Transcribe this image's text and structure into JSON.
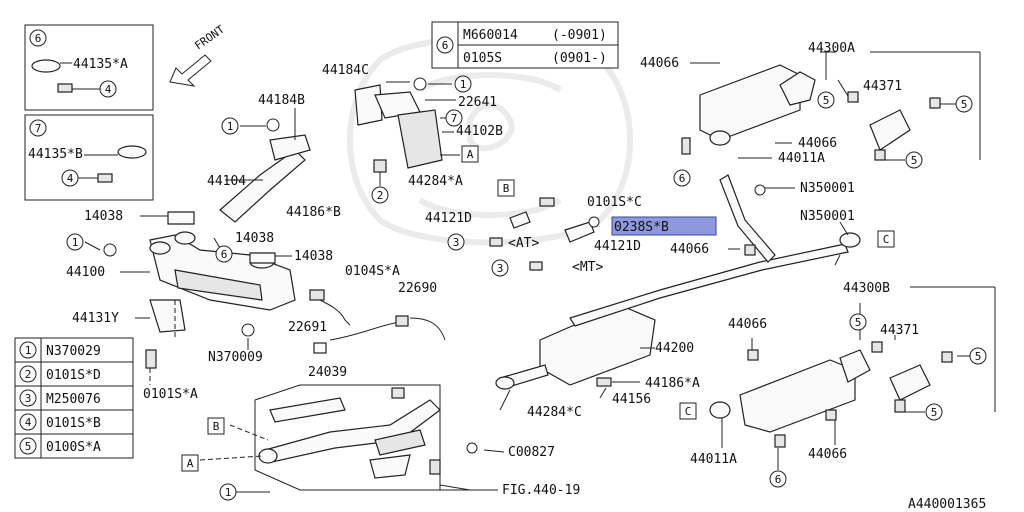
{
  "diagram_id": "A440001365",
  "fig_ref": "FIG.440-19",
  "front_label": "FRONT",
  "legend_6": {
    "number": "6",
    "rows": [
      {
        "part": "M660014",
        "range": "(-0901)"
      },
      {
        "part": "0105S",
        "range": "(0901-)"
      }
    ]
  },
  "box6_items": {
    "num": "6",
    "part": "44135*A",
    "ref": "4"
  },
  "box7_items": {
    "num": "7",
    "part": "44135*B",
    "ref": "4"
  },
  "key_table": [
    {
      "num": "1",
      "part": "N370029"
    },
    {
      "num": "2",
      "part": "0101S*D"
    },
    {
      "num": "3",
      "part": "M250076"
    },
    {
      "num": "4",
      "part": "0101S*B"
    },
    {
      "num": "5",
      "part": "0100S*A"
    }
  ],
  "highlighted_part": "0238S*B",
  "labels": {
    "p44184C": "44184C",
    "p22641": "22641",
    "p44184B": "44184B",
    "p44102B": "44102B",
    "p44284A": "44284*A",
    "p44104": "44104",
    "p44186B": "44186*B",
    "p14038a": "14038",
    "p14038b": "14038",
    "p14038c": "14038",
    "p44100": "44100",
    "p44131Y": "44131Y",
    "pN370009": "N370009",
    "p0101SA": "0101S*A",
    "p0104SA": "0104S*A",
    "p22690": "22690",
    "p22691": "22691",
    "p24039": "24039",
    "p0101SC": "0101S*C",
    "p44121Da": "44121D",
    "p44121Db": "44121D",
    "at": "<AT>",
    "mt": "<MT>",
    "p44066a": "44066",
    "p44066b": "44066",
    "p44066c": "44066",
    "p44066d": "44066",
    "p44066e": "44066",
    "p44300A": "44300A",
    "p44371a": "44371",
    "p44011Aa": "44011A",
    "pN350001a": "N350001",
    "pN350001b": "N350001",
    "p44200": "44200",
    "p44186A": "44186*A",
    "p44156": "44156",
    "p44284C": "44284*C",
    "p44300B": "44300B",
    "p44371b": "44371",
    "p44011Ab": "44011A",
    "pC00827": "C00827"
  },
  "refs": {
    "A": "A",
    "B": "B",
    "C": "C"
  },
  "circled": {
    "one": "1",
    "two": "2",
    "three": "3",
    "four": "4",
    "five": "5",
    "six": "6",
    "seven": "7"
  }
}
